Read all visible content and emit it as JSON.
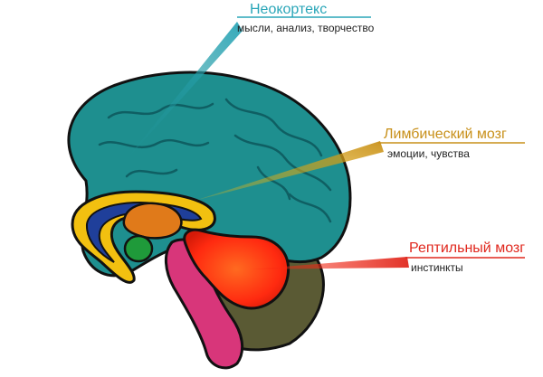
{
  "labels": {
    "neocortex": {
      "title": "Неокортекс",
      "subtitle": "мысли, анализ, творчество"
    },
    "limbic": {
      "title": "Лимбический мозг",
      "subtitle": "эмоции, чувства"
    },
    "reptilian": {
      "title": "Рептильный мозг",
      "subtitle": "инстинкты"
    }
  },
  "colors": {
    "cortex": "#1e8f8f",
    "cortex_dark": "#0f5f63",
    "limbic_ring": "#f2c010",
    "limbic_core": "#1f3f9a",
    "thalamus": "#e07a1a",
    "hippocampus": "#1f9a3a",
    "brainstem": "#d8367a",
    "reptilian": "#ff2a10",
    "cerebellum": "#5a5a34",
    "neocortex_text": "#2aa6b8",
    "limbic_text": "#c8901a",
    "reptilian_text": "#e0281e",
    "outline": "#111111"
  }
}
